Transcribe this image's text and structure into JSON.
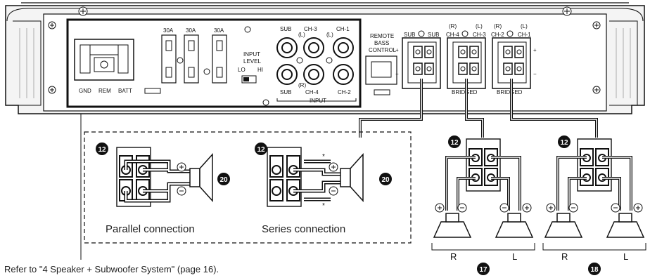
{
  "amp": {
    "power_labels": [
      "GND",
      "REM",
      "BATT"
    ],
    "fuses": [
      "30A",
      "30A",
      "30A"
    ],
    "input_level": {
      "title": "INPUT\nLEVEL",
      "lo": "LO",
      "hi": "HI"
    },
    "input_top": [
      "SUB",
      "CH-3",
      "CH-1"
    ],
    "input_bottom": [
      "SUB",
      "CH-4",
      "CH-2"
    ],
    "input_top_side": "(L)",
    "input_bottom_side": "(R)",
    "input_label": "INPUT",
    "remote": "REMOTE\nBASS\nCONTROL",
    "out_sub": [
      "SUB",
      "SUB"
    ],
    "out_a_side": [
      "(R)",
      "(L)"
    ],
    "out_a": [
      "CH-4",
      "CH-3"
    ],
    "out_b_side": [
      "(R)",
      "(L)"
    ],
    "out_b": [
      "CH-2",
      "CH-1"
    ],
    "bridged": "BRIDGED",
    "plus": "+",
    "minus": "−"
  },
  "callouts": {
    "connector": "12",
    "speaker": "20",
    "system_a": "17",
    "system_b": "18"
  },
  "captions": {
    "parallel": "Parallel connection",
    "series": "Series connection",
    "refer": "Refer to \"4 Speaker + Subwoofer System\" (page 16).",
    "asterisk": "*"
  },
  "speaker_groups": [
    {
      "left": "R",
      "right": "L"
    },
    {
      "left": "R",
      "right": "L"
    }
  ]
}
